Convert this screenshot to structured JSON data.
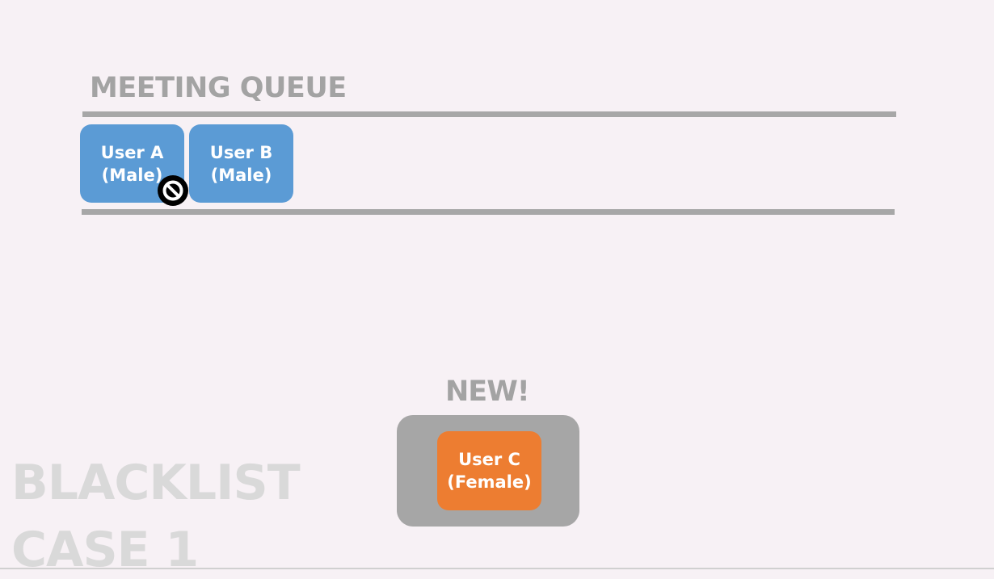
{
  "queue": {
    "title": "MEETING QUEUE",
    "users": [
      {
        "name": "User A",
        "gender": "(Male)",
        "blocked": true
      },
      {
        "name": "User B",
        "gender": "(Male)",
        "blocked": false
      }
    ]
  },
  "incoming": {
    "label": "NEW!",
    "user": {
      "name": "User C",
      "gender": "(Female)"
    }
  },
  "case": {
    "line1": "BLACKLIST",
    "line2": "CASE 1"
  },
  "colors": {
    "male": "#5b9bd5",
    "female": "#ed7d31",
    "rail": "#a7a7a7",
    "background": "#f7f1f5"
  },
  "icons": {
    "blocked": "blocked-icon"
  }
}
